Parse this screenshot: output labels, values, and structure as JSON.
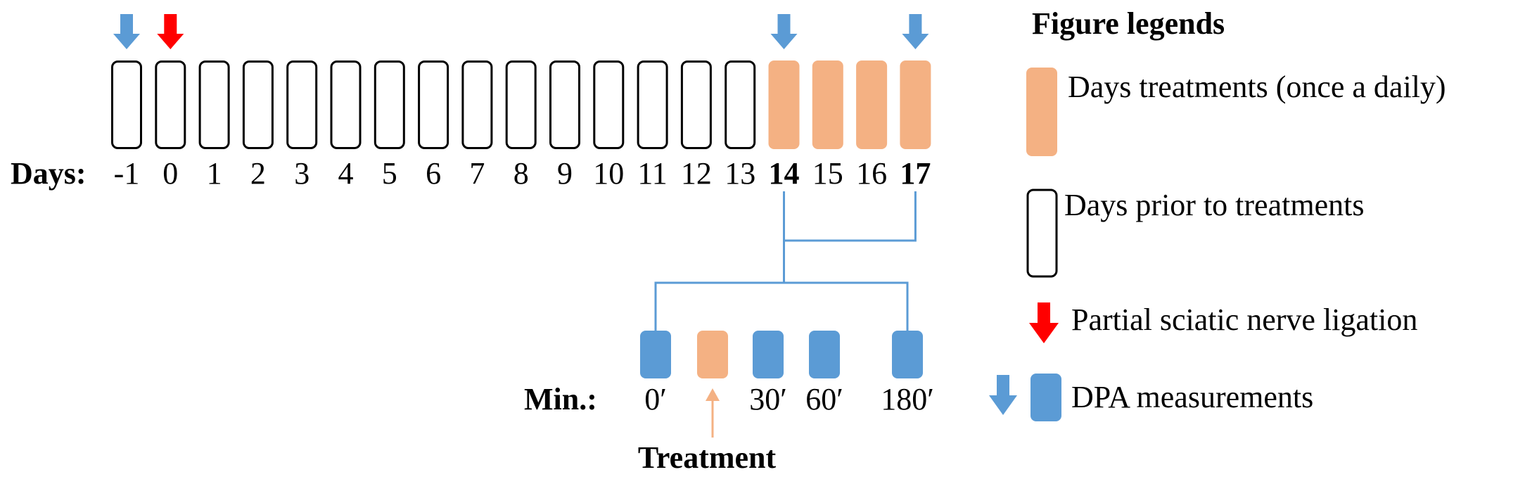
{
  "colors": {
    "treatment": "#F4B183",
    "measurement": "#5B9BD5",
    "ligation": "#FF0000",
    "outline": "#000000",
    "connector": "#5B9BD5"
  },
  "timeline": {
    "label": "Days:",
    "days": [
      {
        "label": "-1",
        "type": "prior",
        "highlight": false,
        "arrows": [
          "measurement"
        ]
      },
      {
        "label": "0",
        "type": "prior",
        "highlight": false,
        "arrows": [
          "ligation"
        ]
      },
      {
        "label": "1",
        "type": "prior",
        "highlight": false,
        "arrows": []
      },
      {
        "label": "2",
        "type": "prior",
        "highlight": false,
        "arrows": []
      },
      {
        "label": "3",
        "type": "prior",
        "highlight": false,
        "arrows": []
      },
      {
        "label": "4",
        "type": "prior",
        "highlight": false,
        "arrows": []
      },
      {
        "label": "5",
        "type": "prior",
        "highlight": false,
        "arrows": []
      },
      {
        "label": "6",
        "type": "prior",
        "highlight": false,
        "arrows": []
      },
      {
        "label": "7",
        "type": "prior",
        "highlight": false,
        "arrows": []
      },
      {
        "label": "8",
        "type": "prior",
        "highlight": false,
        "arrows": []
      },
      {
        "label": "9",
        "type": "prior",
        "highlight": false,
        "arrows": []
      },
      {
        "label": "10",
        "type": "prior",
        "highlight": false,
        "arrows": []
      },
      {
        "label": "11",
        "type": "prior",
        "highlight": false,
        "arrows": []
      },
      {
        "label": "12",
        "type": "prior",
        "highlight": false,
        "arrows": []
      },
      {
        "label": "13",
        "type": "prior",
        "highlight": false,
        "arrows": []
      },
      {
        "label": "14",
        "type": "treatment",
        "highlight": true,
        "arrows": [
          "measurement"
        ]
      },
      {
        "label": "15",
        "type": "treatment",
        "highlight": false,
        "arrows": []
      },
      {
        "label": "16",
        "type": "treatment",
        "highlight": false,
        "arrows": []
      },
      {
        "label": "17",
        "type": "treatment",
        "highlight": true,
        "arrows": [
          "measurement"
        ]
      }
    ]
  },
  "session": {
    "label": "Min.:",
    "slots": [
      {
        "type": "measurement",
        "label": "0′"
      },
      {
        "type": "treatment",
        "label": ""
      },
      {
        "type": "measurement",
        "label": "30′"
      },
      {
        "type": "measurement",
        "label": "60′"
      },
      {
        "type": "measurement",
        "label": "180′"
      }
    ],
    "treatment_label": "Treatment"
  },
  "legend": {
    "title": "Figure legends",
    "items": [
      {
        "key": "treatment",
        "text": "Days treatments (once a daily)"
      },
      {
        "key": "prior",
        "text": "Days prior to treatments"
      },
      {
        "key": "ligation",
        "text": "Partial sciatic nerve ligation"
      },
      {
        "key": "measurement",
        "text": "DPA measurements"
      }
    ]
  }
}
